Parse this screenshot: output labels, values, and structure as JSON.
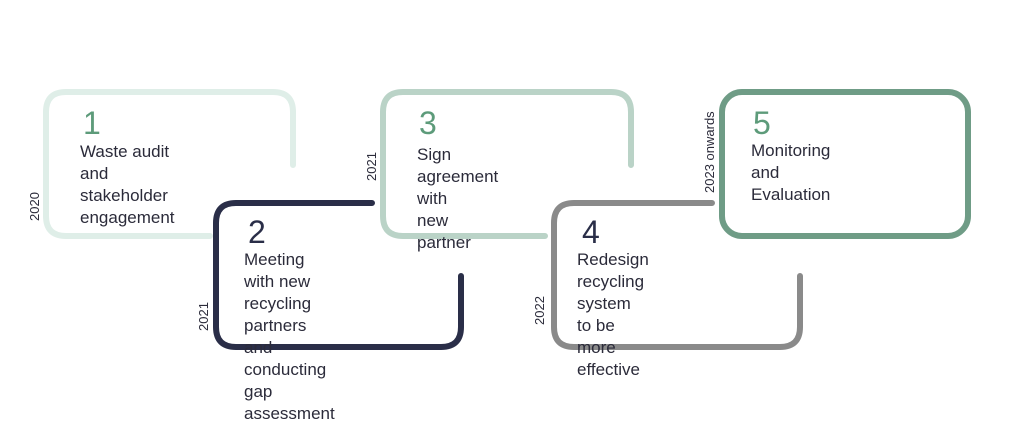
{
  "colors": {
    "step1": "#dfeee8",
    "step2": "#2a2e48",
    "step3": "#bad3c7",
    "step4": "#8a8a8a",
    "step5": "#6f9c86",
    "number": "#5d9b7a",
    "text": "#2b2b3a"
  },
  "steps": [
    {
      "number": "1",
      "label": "Waste audit\nand stakeholder\nengagement",
      "year": "2020"
    },
    {
      "number": "2",
      "label": "Meeting with new\nrecycling partners\nand conducting gap\nassessment",
      "year": "2021"
    },
    {
      "number": "3",
      "label": "Sign agreement with\nnew partner",
      "year": "2021"
    },
    {
      "number": "4",
      "label": "Redesign recycling\nsystem to be more\neffective",
      "year": "2022"
    },
    {
      "number": "5",
      "label": "Monitoring and\nEvaluation",
      "year": "2023 onwards"
    }
  ]
}
